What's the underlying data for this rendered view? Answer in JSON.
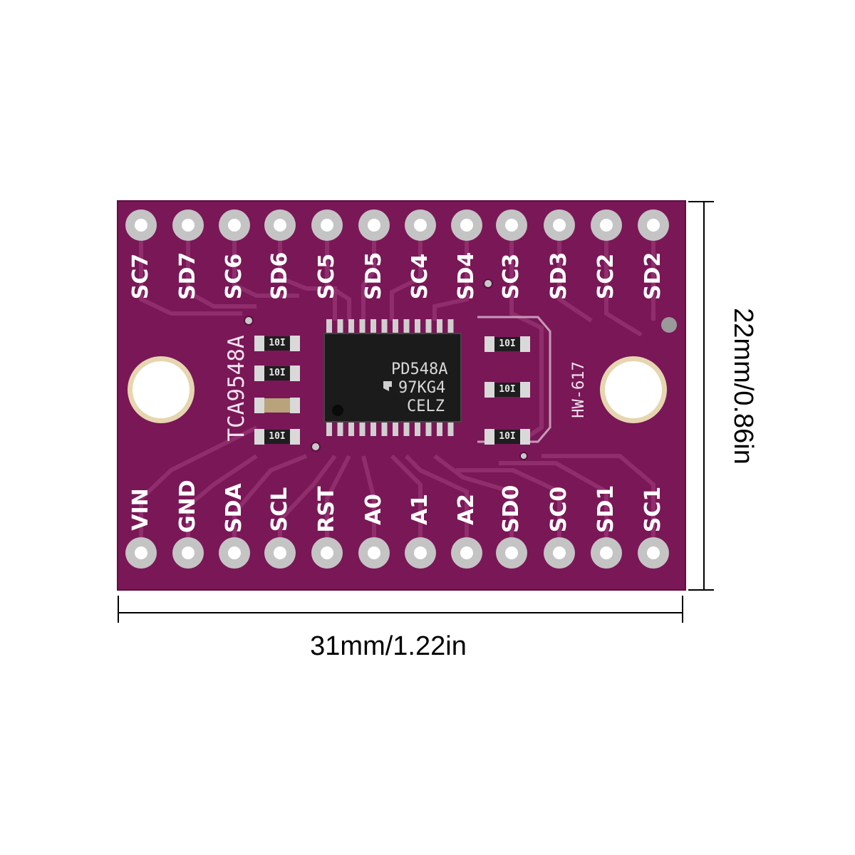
{
  "board": {
    "chip_name": "TCA9548A",
    "board_id": "HW-617",
    "chip_marking": [
      "PD548A",
      "97KG4",
      "CELZ"
    ],
    "resistor_code": "10I"
  },
  "pins": {
    "top": [
      "SC7",
      "SD7",
      "SC6",
      "SD6",
      "SC5",
      "SD5",
      "SC4",
      "SD4",
      "SC3",
      "SD3",
      "SC2",
      "SD2"
    ],
    "bottom": [
      "VIN",
      "GND",
      "SDA",
      "SCL",
      "RST",
      "A0",
      "A1",
      "A2",
      "SD0",
      "SC0",
      "SD1",
      "SC1"
    ]
  },
  "dimensions": {
    "width_label": "31mm/1.22in",
    "height_label": "22mm/0.86in"
  },
  "colors": {
    "pcb": "#7a1757",
    "pcb_trace": "#8f2769",
    "pad": "#c7c7c7",
    "chip": "#1a1a1a"
  }
}
